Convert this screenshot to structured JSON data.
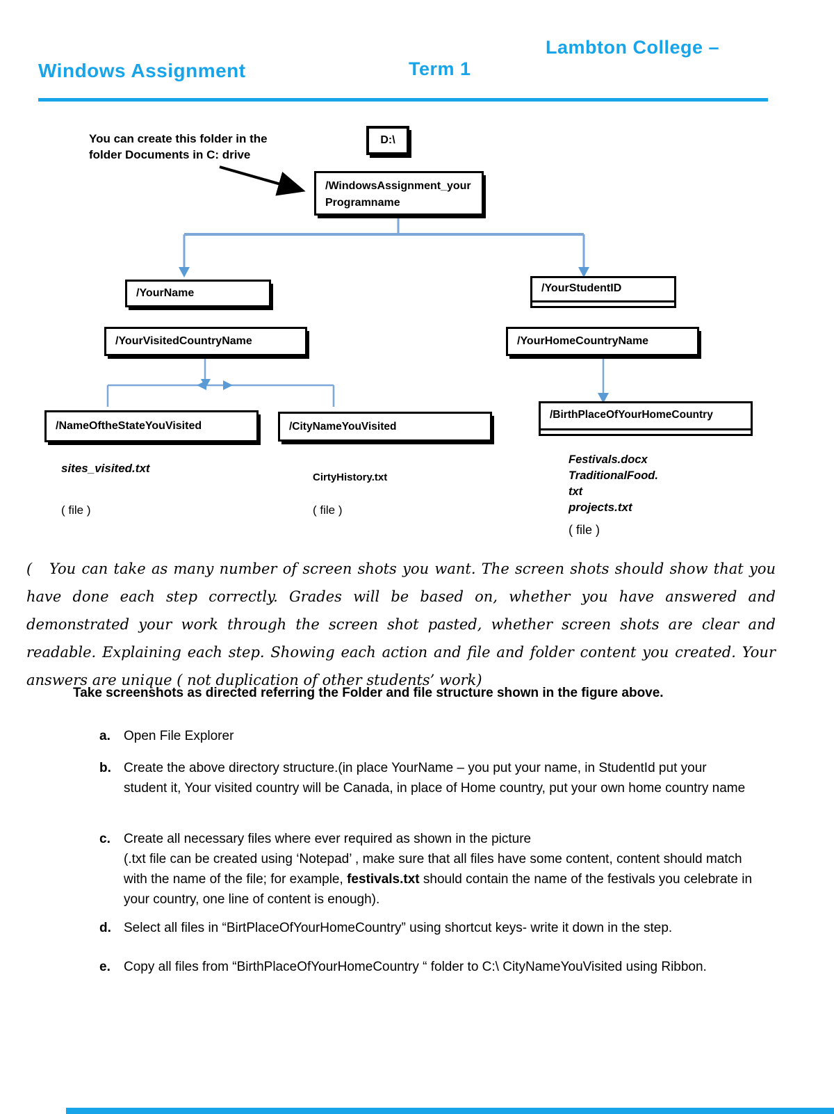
{
  "header": {
    "title": "Windows Assignment",
    "college": "Lambton College –",
    "term": "Term 1"
  },
  "diagram": {
    "annotation": "You can create this folder in the\nfolder Documents in C: drive",
    "nodes": {
      "drive": "D:\\",
      "root": "/WindowsAssignment_your\nProgramname",
      "your_name": "/YourName",
      "student_id": "/YourStudentID",
      "visited_country": "/YourVisitedCountryName",
      "home_country": "/YourHomeCountryName",
      "state_visited": "/NameOftheStateYouVisited",
      "city_visited": "/CityNameYouVisited",
      "birth_place": "/BirthPlaceOfYourHomeCountry"
    },
    "files": {
      "sites": "sites_visited.txt",
      "sites_file": "( file )",
      "city_history": "CirtyHistory.txt",
      "city_file": "( file )",
      "festivals_block": "Festivals.docx\nTraditionalFood.\ntxt",
      "projects": "projects.txt",
      "birth_file": "( file )"
    }
  },
  "note": {
    "text": "(   You can take as many number of screen shots you want. The screen shots should show that you have done each step correctly. Grades will be based on, whether you have answered and demonstrated your work through the screen shot pasted, whether screen shots are clear and readable. Explaining each step. Showing each action and file and folder content you created. Your answers are unique ( not duplication of other students’ work)"
  },
  "instructions": {
    "heading": "Take screenshots as directed referring the Folder and file structure shown in the figure above.",
    "items": [
      {
        "label": "a.",
        "text": "Open File Explorer"
      },
      {
        "label": "b.",
        "text": "Create the above directory structure.(in place YourName – you put your name, in StudentId put your student it, Your visited country will be Canada, in place of Home country, put your own home country name"
      },
      {
        "label": "c.",
        "pre": "Create all necessary files where ever required as shown in the picture\n(.txt file can be created using ‘Notepad’ , make sure that all files have some content, content should match with the name of the file; for example, ",
        "bold": "festivals.txt",
        "post": " should contain the name of the festivals you celebrate in your country, one line of content is enough)."
      },
      {
        "label": "d.",
        "text": "Select all files in “BirtPlaceOfYourHomeCountry” using  shortcut keys- write it down in the step."
      },
      {
        "label": "e.",
        "text": "Copy all files from “BirthPlaceOfYourHomeCountry “ folder to C:\\ CityNameYouVisited using Ribbon."
      }
    ]
  },
  "colors": {
    "accent": "#18a4e8",
    "connector": "#7da7d9",
    "arrowhead": "#5b9bd5"
  }
}
